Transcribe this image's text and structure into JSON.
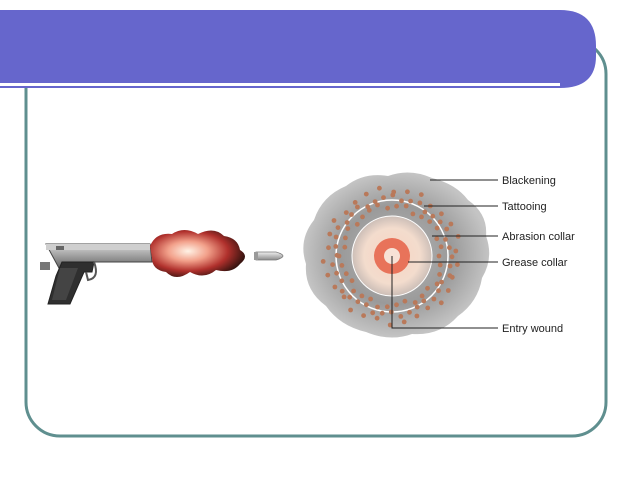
{
  "slide": {
    "header_color": "#6666cc",
    "frame_color": "#5f8f8f"
  },
  "diagram": {
    "labels": [
      {
        "id": "blackening",
        "text": "Blackening"
      },
      {
        "id": "tattooing",
        "text": "Tattooing"
      },
      {
        "id": "abrasion-collar",
        "text": "Abrasion collar"
      },
      {
        "id": "grease-collar",
        "text": "Grease collar"
      },
      {
        "id": "entry-wound",
        "text": "Entry wound"
      }
    ],
    "colors": {
      "soot": "#8e8e8e",
      "tattoo_dot": "#b9795a",
      "abrasion": "#f1c9b4",
      "grease": "#e8735a",
      "entry_center": "#f7e2d6",
      "gun": "#3a3a3a",
      "flash": "#c0392b"
    },
    "icons": [
      "pistol-icon",
      "muzzle-flash-icon",
      "bullet-icon",
      "gunshot-wound-icon"
    ]
  }
}
